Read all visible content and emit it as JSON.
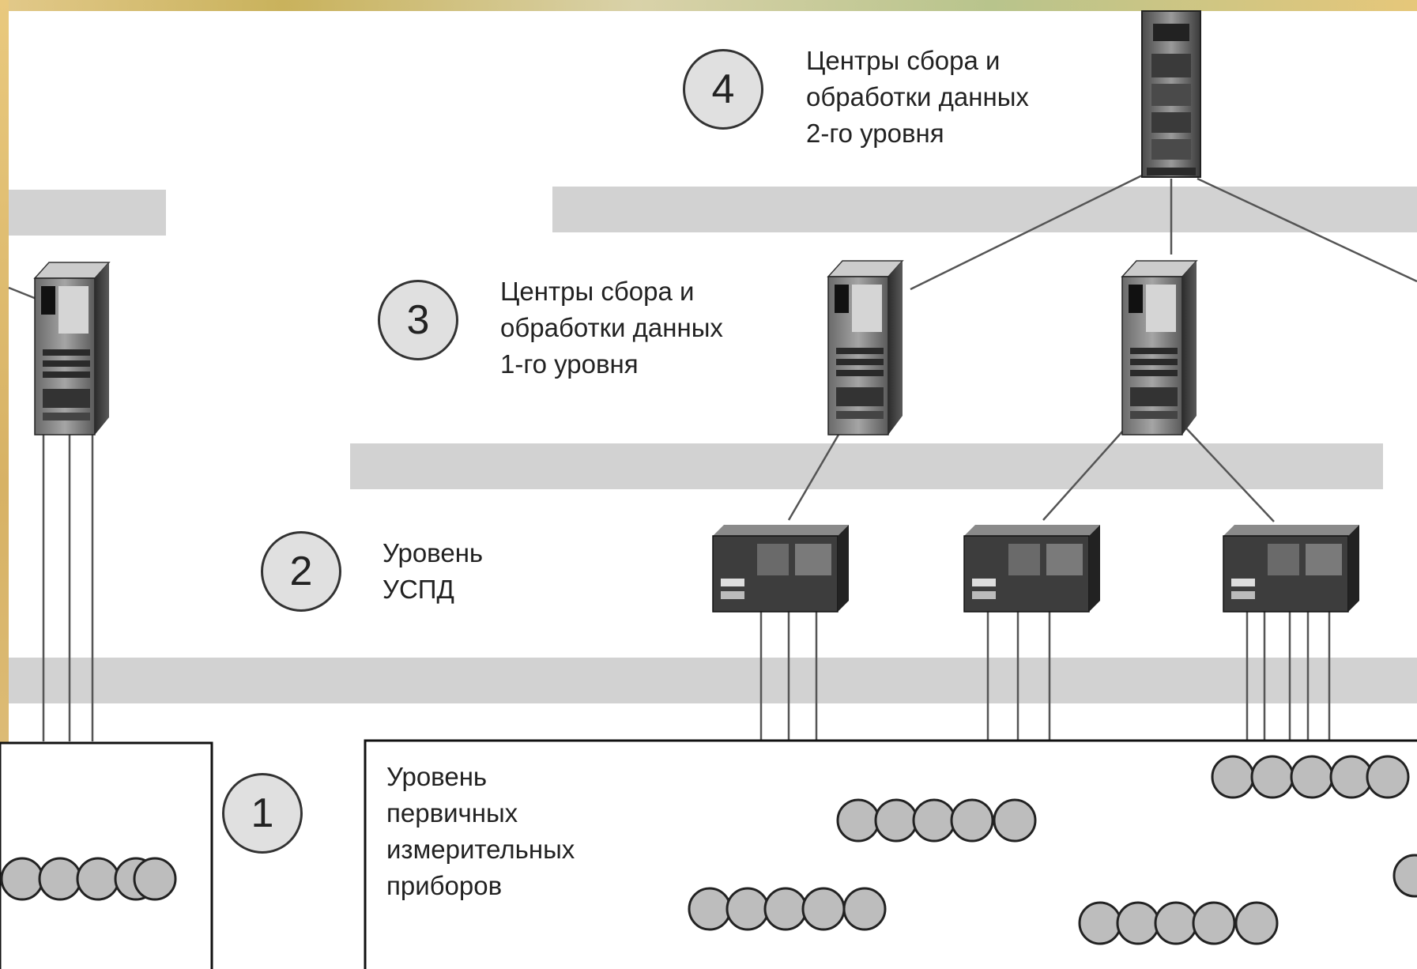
{
  "levels": [
    {
      "id": "level-4",
      "number": "4",
      "label_lines": [
        "Центры сбора и",
        "обработки данных",
        "2-го уровня"
      ]
    },
    {
      "id": "level-3",
      "number": "3",
      "label_lines": [
        "Центры сбора и",
        "обработки данных",
        "1-го уровня"
      ]
    },
    {
      "id": "level-2",
      "number": "2",
      "label_lines": [
        "Уровень",
        "УСПД"
      ]
    },
    {
      "id": "level-1",
      "number": "1",
      "label_lines": [
        "Уровень",
        "первичных",
        "измерительных",
        "приборов"
      ]
    }
  ],
  "icons": {
    "server": "server-tower-icon",
    "uspd": "data-collection-device-icon",
    "meter": "meter-icon"
  },
  "colors": {
    "band": "#d2d2d2",
    "device_dark": "#3d3d3d",
    "meter_fill": "#bdbdbd",
    "line": "#555555"
  }
}
